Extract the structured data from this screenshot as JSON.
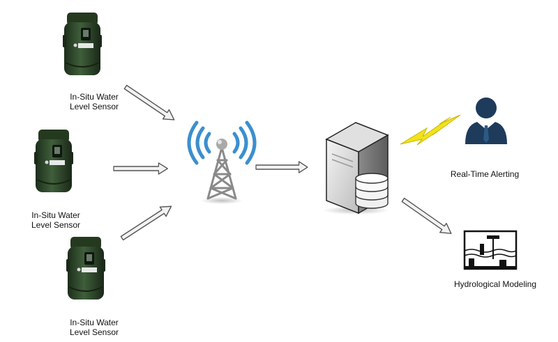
{
  "sensors": [
    {
      "line1": "In-Situ Water",
      "line2": "Level Sensor"
    },
    {
      "line1": "In-Situ Water",
      "line2": "Level Sensor"
    },
    {
      "line1": "In-Situ Water",
      "line2": "Level Sensor"
    }
  ],
  "outputs": {
    "alerting_label": "Real-Time Alerting",
    "modeling_label": "Hydrological Modeling"
  },
  "icons": {
    "sensor": "water-level-sensor-icon",
    "tower": "radio-tower-icon",
    "server": "database-server-icon",
    "person": "person-icon",
    "lightning": "lightning-bolt-icon",
    "model": "hydrological-station-icon",
    "arrow": "arrow-icon"
  },
  "colors": {
    "sensor_body": "#2f4a2c",
    "signal_waves": "#3b8fcf",
    "lightning": "#f2e21b",
    "person": "#1e3b5c",
    "server": "#d9d9d9",
    "arrow_fill": "#f2f2f2",
    "arrow_stroke": "#555555"
  }
}
